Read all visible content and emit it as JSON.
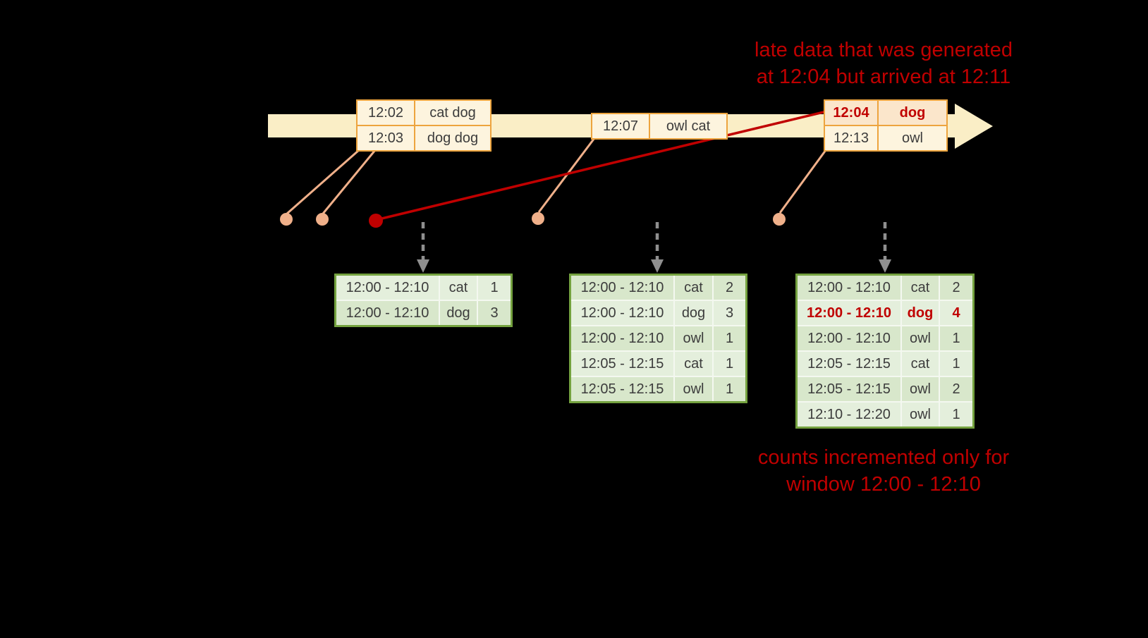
{
  "notes": {
    "late": [
      "late data that was generated",
      "at 12:04 but arrived at 12:11"
    ],
    "counts": [
      "counts incremented only for",
      "window 12:00 - 12:10"
    ]
  },
  "timeline": {
    "groups": [
      {
        "rows": [
          {
            "time": "12:02",
            "words": "cat dog"
          },
          {
            "time": "12:03",
            "words": "dog dog"
          }
        ]
      },
      {
        "rows": [
          {
            "time": "12:07",
            "words": "owl cat"
          }
        ]
      },
      {
        "rows": [
          {
            "time": "12:04",
            "words": "dog"
          },
          {
            "time": "12:13",
            "words": "owl"
          }
        ]
      }
    ]
  },
  "result_tables": [
    {
      "rows": [
        {
          "window": "12:00 - 12:10",
          "word": "cat",
          "count": "1"
        },
        {
          "window": "12:00 - 12:10",
          "word": "dog",
          "count": "3"
        }
      ]
    },
    {
      "rows": [
        {
          "window": "12:00 - 12:10",
          "word": "cat",
          "count": "2"
        },
        {
          "window": "12:00 - 12:10",
          "word": "dog",
          "count": "3"
        },
        {
          "window": "12:00 - 12:10",
          "word": "owl",
          "count": "1"
        },
        {
          "window": "12:05 - 12:15",
          "word": "cat",
          "count": "1"
        },
        {
          "window": "12:05 - 12:15",
          "word": "owl",
          "count": "1"
        }
      ]
    },
    {
      "rows": [
        {
          "window": "12:00 - 12:10",
          "word": "cat",
          "count": "2"
        },
        {
          "window": "12:00 - 12:10",
          "word": "dog",
          "count": "4"
        },
        {
          "window": "12:00 - 12:10",
          "word": "owl",
          "count": "1"
        },
        {
          "window": "12:05 - 12:15",
          "word": "cat",
          "count": "1"
        },
        {
          "window": "12:05 - 12:15",
          "word": "owl",
          "count": "2"
        },
        {
          "window": "12:10 - 12:20",
          "word": "owl",
          "count": "1"
        }
      ]
    }
  ],
  "colors": {
    "background": "#000000",
    "highlight_red": "#c00000",
    "timeline_fill": "#faeec6",
    "event_border": "#eda43e",
    "event_fill": "#fdf4de",
    "late_event_fill": "#fbe6cb",
    "table_border": "#74a23f",
    "table_row_dark": "#d8e7cb",
    "table_row_light": "#e4efdc",
    "connector_salmon": "#f0b08a",
    "dashed_arrow_gray": "#8f8f8f"
  }
}
